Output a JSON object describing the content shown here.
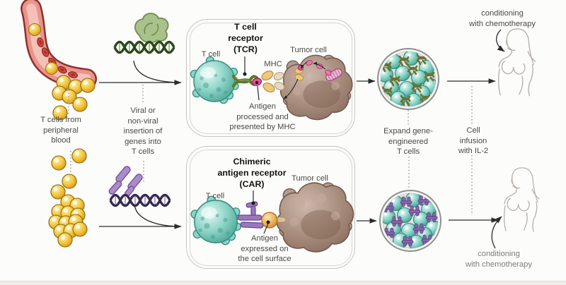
{
  "labels": {
    "peripheral_blood": "T cells from\nperipheral\nblood",
    "gene_insertion": "Viral or\nnon-viral\ninsertion of\ngenes into\nT cells",
    "tcr_title": "T cell\nreceptor\n(TCR)",
    "tcr_t_cell": "T cell",
    "tcr_mhc": "MHC",
    "tcr_tumor_cell": "Tumor cell",
    "tcr_caption": "Antigen\nprocessed and\npresented by MHC",
    "car_title": "Chimeric\nantigen receptor\n(CAR)",
    "car_t_cell": "T cell",
    "car_tumor_cell": "Tumor cell",
    "car_caption": "Antigen\nexpressed on\nthe cell surface",
    "expand": "Expand gene-\nengineered\nT cells",
    "infusion": "Cell\ninfusion\nwith IL-2",
    "conditioning_top": "conditioning\nwith chemotherapy",
    "conditioning_bottom": "conditioning\nwith chemotherapy"
  },
  "icons": {
    "blood-vessel-illustration": "curved artery with red blood cells",
    "t-cell-yellow-icon": "yellow sphere",
    "dna-helix-green-icon": "dark green double helix",
    "tcr-gene-protein-icon": "light green protein ribbon",
    "dna-helix-purple-icon": "dark purple double helix",
    "car-gene-fragments-icon": "light purple rod fragments",
    "t-cell-teal-illustration": "teal lumpy cell",
    "tumor-cell-illustration": "brown lumpy cell",
    "mhc-illustration": "yellow paired lobes",
    "antigen-pink-icon": "pink oval",
    "antigen-orange-icon": "orange sphere",
    "expansion-dish-illustration": "circle filled with teal cells and receptors",
    "patient-figure-illustration": "gray line drawing of a person",
    "arrow-icon": "black arrow",
    "dotted-connector": "gray dotted line"
  },
  "colors": {
    "t_cell_yellow": "#f6c93e",
    "vessel_pink": "#e8948c",
    "blood_red": "#cf4a40",
    "t_cell_teal": "#8fd5c8",
    "tumor_brown": "#a98e7e",
    "tcr_olive_green": "#5c7a2c",
    "gene_light_green": "#a9c28b",
    "dna_dark_green": "#2c4719",
    "car_purple": "#9b77be",
    "dna_dark_purple": "#352a4e",
    "mhc_yellow": "#edc97d",
    "antigen_pink": "#e8519c",
    "antigen_orange": "#efb25c",
    "arrow_black": "#2c2c2c",
    "label_gray": "#4b4945",
    "panel_border_gray": "#c6c6c4",
    "figure_line_gray": "#b5afa8"
  }
}
